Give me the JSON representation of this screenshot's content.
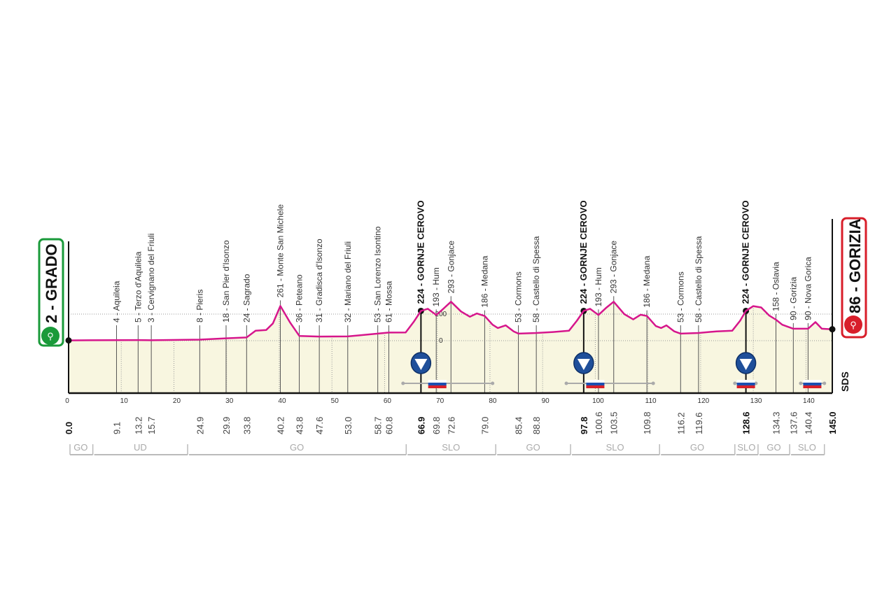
{
  "chart_data": {
    "type": "area",
    "title": "",
    "xlabel": "",
    "ylabel": "",
    "xlim": [
      0,
      145
    ],
    "x_ticks": [
      0,
      10,
      20,
      30,
      40,
      50,
      60,
      70,
      80,
      90,
      100,
      110,
      120,
      130,
      140
    ],
    "y_ticks": [
      0,
      200
    ],
    "grid": true,
    "start": {
      "label": "2 - GRADO",
      "color": "#1a9a3a"
    },
    "finish": {
      "label": "86 - GORIZIA",
      "color": "#d81e2a"
    },
    "profile_color": "#d6168c",
    "fill_color": "#f8f6e0",
    "profile": [
      [
        0,
        2
      ],
      [
        9.1,
        4
      ],
      [
        13.2,
        5
      ],
      [
        15.7,
        3
      ],
      [
        24.9,
        8
      ],
      [
        29.9,
        18
      ],
      [
        33.8,
        24
      ],
      [
        35.5,
        75
      ],
      [
        37.5,
        80
      ],
      [
        38.8,
        130
      ],
      [
        40.2,
        261
      ],
      [
        42,
        140
      ],
      [
        43.8,
        36
      ],
      [
        47.6,
        31
      ],
      [
        53,
        32
      ],
      [
        58.7,
        53
      ],
      [
        60.8,
        61
      ],
      [
        64,
        62
      ],
      [
        65.5,
        140
      ],
      [
        66.9,
        224
      ],
      [
        68.2,
        240
      ],
      [
        69.8,
        193
      ],
      [
        71,
        235
      ],
      [
        72.6,
        293
      ],
      [
        74.5,
        220
      ],
      [
        76.2,
        180
      ],
      [
        77.5,
        205
      ],
      [
        79,
        186
      ],
      [
        80.5,
        120
      ],
      [
        81.5,
        95
      ],
      [
        83,
        115
      ],
      [
        84.5,
        70
      ],
      [
        85.4,
        53
      ],
      [
        88.8,
        58
      ],
      [
        92,
        65
      ],
      [
        95,
        75
      ],
      [
        96.5,
        150
      ],
      [
        97.8,
        224
      ],
      [
        99,
        240
      ],
      [
        100.6,
        193
      ],
      [
        102,
        245
      ],
      [
        103.5,
        293
      ],
      [
        105.5,
        200
      ],
      [
        107.2,
        160
      ],
      [
        108.6,
        195
      ],
      [
        109.8,
        186
      ],
      [
        111.5,
        110
      ],
      [
        112.5,
        95
      ],
      [
        113.5,
        115
      ],
      [
        115,
        70
      ],
      [
        116.2,
        53
      ],
      [
        119.6,
        58
      ],
      [
        123,
        70
      ],
      [
        126,
        75
      ],
      [
        127.5,
        150
      ],
      [
        128.6,
        224
      ],
      [
        130,
        260
      ],
      [
        131.5,
        250
      ],
      [
        133,
        190
      ],
      [
        134.3,
        158
      ],
      [
        135.5,
        120
      ],
      [
        137.6,
        90
      ],
      [
        140.4,
        90
      ],
      [
        141.8,
        140
      ],
      [
        143,
        90
      ],
      [
        145,
        86
      ]
    ],
    "waypoints": [
      {
        "km": 9.1,
        "label": "4 - Aquileia"
      },
      {
        "km": 13.2,
        "label": "5 - Terzo d'Aquileia"
      },
      {
        "km": 15.7,
        "label": "3 - Cervignano del Friuli"
      },
      {
        "km": 24.9,
        "label": "8 - Pieris"
      },
      {
        "km": 29.9,
        "label": "18 - San Pier d'Isonzo"
      },
      {
        "km": 33.8,
        "label": "24 - Sagrado"
      },
      {
        "km": 40.2,
        "label": "261 - Monte San Michele"
      },
      {
        "km": 43.8,
        "label": "36 - Peteano"
      },
      {
        "km": 47.6,
        "label": "31 - Gradisca d'Isonzo"
      },
      {
        "km": 53.0,
        "label": "32 - Mariano del Friuli"
      },
      {
        "km": 58.7,
        "label": "53 - San Lorenzo Isontino"
      },
      {
        "km": 60.8,
        "label": "61 - Mossa"
      },
      {
        "km": 66.9,
        "label": "224 - GORNJE CEROVO",
        "bold": true
      },
      {
        "km": 69.8,
        "label": "193 - Hum"
      },
      {
        "km": 72.6,
        "label": "293 - Gonjace"
      },
      {
        "km": 79.0,
        "label": "186 - Medana"
      },
      {
        "km": 85.4,
        "label": "53 - Cormons"
      },
      {
        "km": 88.8,
        "label": "58 - Castello di Spessa"
      },
      {
        "km": 97.8,
        "label": "224 - GORNJE CEROVO",
        "bold": true
      },
      {
        "km": 100.6,
        "label": "193 - Hum"
      },
      {
        "km": 103.5,
        "label": "293 - Gonjace"
      },
      {
        "km": 109.8,
        "label": "186 - Medana"
      },
      {
        "km": 116.2,
        "label": "53 - Cormons"
      },
      {
        "km": 119.6,
        "label": "58 - Castello di Spessa"
      },
      {
        "km": 128.6,
        "label": "224 - GORNJE CEROVO",
        "bold": true
      },
      {
        "km": 134.3,
        "label": "158 - Oslavia"
      },
      {
        "km": 137.6,
        "label": "90 - Gorizia"
      },
      {
        "km": 140.4,
        "label": "90 - Nova Gorica"
      }
    ],
    "km_labels": [
      {
        "km": 0,
        "text": "0.0",
        "bold": true
      },
      {
        "km": 9.1,
        "text": "9.1"
      },
      {
        "km": 13.2,
        "text": "13.2"
      },
      {
        "km": 15.7,
        "text": "15.7"
      },
      {
        "km": 24.9,
        "text": "24.9"
      },
      {
        "km": 29.9,
        "text": "29.9"
      },
      {
        "km": 33.8,
        "text": "33.8"
      },
      {
        "km": 40.2,
        "text": "40.2"
      },
      {
        "km": 43.8,
        "text": "43.8"
      },
      {
        "km": 47.6,
        "text": "47.6"
      },
      {
        "km": 53.0,
        "text": "53.0"
      },
      {
        "km": 58.7,
        "text": "58.7"
      },
      {
        "km": 60.8,
        "text": "60.8"
      },
      {
        "km": 66.9,
        "text": "66.9",
        "bold": true
      },
      {
        "km": 69.8,
        "text": "69.8"
      },
      {
        "km": 72.6,
        "text": "72.6"
      },
      {
        "km": 79.0,
        "text": "79.0"
      },
      {
        "km": 85.4,
        "text": "85.4"
      },
      {
        "km": 88.8,
        "text": "88.8"
      },
      {
        "km": 97.8,
        "text": "97.8",
        "bold": true
      },
      {
        "km": 100.6,
        "text": "100.6"
      },
      {
        "km": 103.5,
        "text": "103.5"
      },
      {
        "km": 109.8,
        "text": "109.8"
      },
      {
        "km": 116.2,
        "text": "116.2"
      },
      {
        "km": 119.6,
        "text": "119.6"
      },
      {
        "km": 128.6,
        "text": "128.6",
        "bold": true
      },
      {
        "km": 134.3,
        "text": "134.3"
      },
      {
        "km": 137.6,
        "text": "137.6"
      },
      {
        "km": 140.4,
        "text": "140.4"
      },
      {
        "km": 145.0,
        "text": "145.0",
        "bold": true
      }
    ],
    "kom_markers": [
      66.9,
      97.8,
      128.6
    ],
    "border_flags": [
      {
        "km": 70,
        "range": [
          63.5,
          80.5
        ]
      },
      {
        "km": 100,
        "range": [
          94.5,
          111
        ]
      },
      {
        "km": 128.6,
        "range": [
          126.5,
          130.5
        ]
      },
      {
        "km": 141.2,
        "range": [
          139,
          143.5
        ]
      }
    ],
    "regions": [
      {
        "label": "GO",
        "from": 0,
        "to": 4.6
      },
      {
        "label": "UD",
        "from": 4.6,
        "to": 22.6
      },
      {
        "label": "GO",
        "from": 22.6,
        "to": 64.1
      },
      {
        "label": "SLO",
        "from": 64.1,
        "to": 81.1
      },
      {
        "label": "GO",
        "from": 81.1,
        "to": 95.3
      },
      {
        "label": "SLO",
        "from": 95.3,
        "to": 112.2
      },
      {
        "label": "GO",
        "from": 112.2,
        "to": 126.5
      },
      {
        "label": "SLO",
        "from": 126.5,
        "to": 130.9
      },
      {
        "label": "GO",
        "from": 130.9,
        "to": 136.9
      },
      {
        "label": "SLO",
        "from": 136.9,
        "to": 143.5
      }
    ],
    "logo": "SDS"
  }
}
